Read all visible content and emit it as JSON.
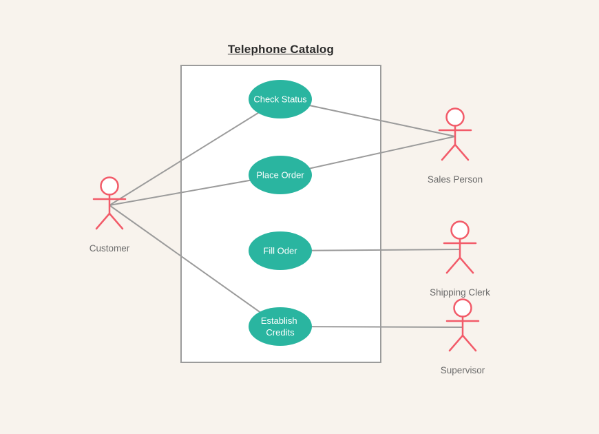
{
  "diagram": {
    "title": "Telephone Catalog",
    "use_cases": [
      {
        "label": "Check Status",
        "lines": [
          "Check Status"
        ]
      },
      {
        "label": "Place Order",
        "lines": [
          "Place Order"
        ]
      },
      {
        "label": "Fill Oder",
        "lines": [
          "Fill Oder"
        ]
      },
      {
        "label": "Establish Credits",
        "lines": [
          "Establish",
          "Credits"
        ]
      }
    ],
    "actors": [
      {
        "label": "Customer"
      },
      {
        "label": "Sales Person"
      },
      {
        "label": "Shipping Clerk"
      },
      {
        "label": "Supervisor"
      }
    ],
    "connections": [
      {
        "from": "Customer",
        "to": "Check Status"
      },
      {
        "from": "Customer",
        "to": "Place Order"
      },
      {
        "from": "Customer",
        "to": "Establish Credits"
      },
      {
        "from": "Sales Person",
        "to": "Check Status"
      },
      {
        "from": "Sales Person",
        "to": "Place Order"
      },
      {
        "from": "Shipping Clerk",
        "to": "Fill Oder"
      },
      {
        "from": "Supervisor",
        "to": "Establish Credits"
      }
    ],
    "colors": {
      "background": "#f8f3ed",
      "system_fill": "#ffffff",
      "system_border": "#9b9b9b",
      "connector": "#9b9b9b",
      "use_case_fill": "#2ab5a0",
      "use_case_text": "#ffffff",
      "actor_stroke": "#f25b69",
      "label_text": "#6b6b6b",
      "title_text": "#2b2b2b"
    }
  }
}
